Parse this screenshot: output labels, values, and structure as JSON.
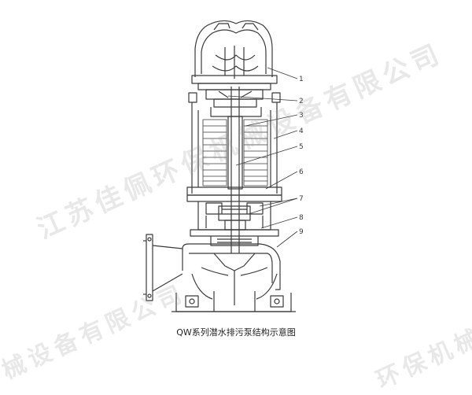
{
  "caption": "QW系列潜水排污泵结构示意图",
  "callouts": [
    "1",
    "2",
    "3",
    "4",
    "5",
    "6",
    "7",
    "8",
    "9"
  ],
  "watermark": {
    "line1": "江苏佳佩环保机械设备有限公司",
    "line2": "械设备有限公司",
    "line3": "环保机械"
  },
  "colors": {
    "ink": "#3a3a3a",
    "watermark": "#9a9a9a"
  }
}
